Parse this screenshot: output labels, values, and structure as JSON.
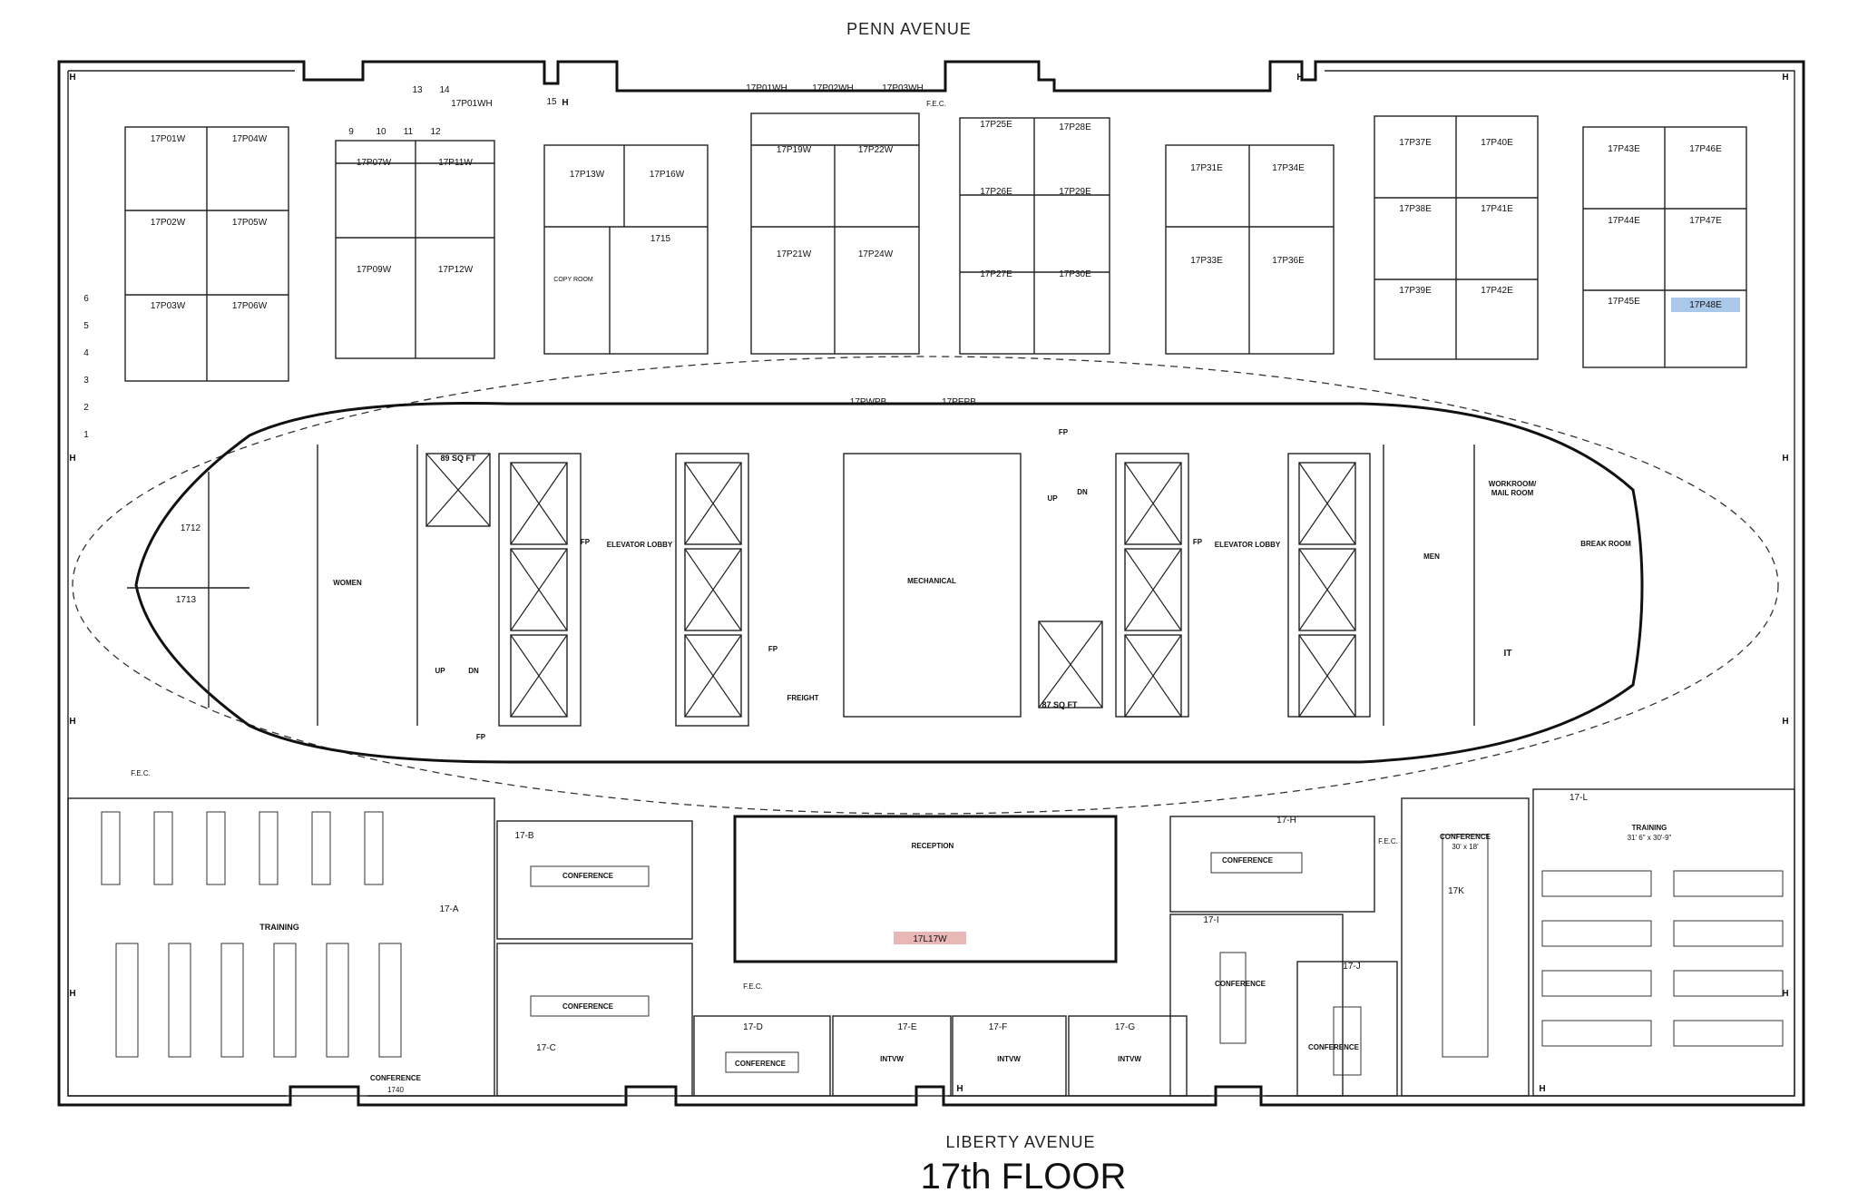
{
  "streets": {
    "north": "PENN AVENUE",
    "south": "LIBERTY AVENUE"
  },
  "floor_title": "17th FLOOR",
  "column_numbers_left": [
    "6",
    "5",
    "4",
    "3",
    "2",
    "1"
  ],
  "column_numbers_top": [
    "9",
    "10",
    "11",
    "12",
    "13",
    "14",
    "15"
  ],
  "offices": {
    "p01wh_a": "17P01WH",
    "p01wh_b": "17P01WH",
    "p02wh": "17P02WH",
    "p03wh": "17P03WH",
    "p01w": "17P01W",
    "p02w": "17P02W",
    "p03w": "17P03W",
    "p04w": "17P04W",
    "p05w": "17P05W",
    "p06w": "17P06W",
    "p07w": "17P07W",
    "p09w": "17P09W",
    "p11w": "17P11W",
    "p12w": "17P12W",
    "p13w": "17P13W",
    "p16w": "17P16W",
    "p19w": "17P19W",
    "p21w": "17P21W",
    "p22w": "17P22W",
    "p24w": "17P24W",
    "p25e": "17P25E",
    "p26e": "17P26E",
    "p27e": "17P27E",
    "p28e": "17P28E",
    "p29e": "17P29E",
    "p30e": "17P30E",
    "p31e": "17P31E",
    "p33e": "17P33E",
    "p34e": "17P34E",
    "p36e": "17P36E",
    "p37e": "17P37E",
    "p38e": "17P38E",
    "p39e": "17P39E",
    "p40e": "17P40E",
    "p41e": "17P41E",
    "p42e": "17P42E",
    "p43e": "17P43E",
    "p44e": "17P44E",
    "p45e": "17P45E",
    "p46e": "17P46E",
    "p47e": "17P47E",
    "p48e": "17P48E",
    "r1715": "1715",
    "r1712": "1712",
    "r1713": "1713",
    "pwpb": "17PWPB",
    "pepb": "17PEPB",
    "l17w": "17L17W"
  },
  "rooms": {
    "copy": "COPY ROOM",
    "women": "WOMEN",
    "men": "MEN",
    "elevator_w": "ELEVATOR LOBBY",
    "elevator_e": "ELEVATOR LOBBY",
    "mechanical": "MECHANICAL",
    "freight": "FREIGHT",
    "workroom": "WORKROOM/",
    "mailroom": "MAIL ROOM",
    "break": "BREAK ROOM",
    "it": "IT",
    "reception": "RECEPTION",
    "sqft_w": "89 SQ FT",
    "sqft_e": "87 SQ FT",
    "training_w": "TRAINING",
    "training_e": "TRAINING",
    "training_e_dim": "31' 6\" x 30'-9\"",
    "conf_b": "CONFERENCE",
    "conf_c": "CONFERENCE",
    "conf_d": "CONFERENCE",
    "conf_h": "CONFERENCE",
    "conf_i": "CONFERENCE",
    "conf_j": "CONFERENCE",
    "conf_k": "CONFERENCE",
    "conf_k_dim": "30' x 18'",
    "conf_small": "CONFERENCE",
    "conf_small_num": "1740",
    "intvw_e": "INTVW",
    "intvw_f": "INTVW",
    "intvw_g": "INTVW"
  },
  "room_ids": {
    "a": "17-A",
    "b": "17-B",
    "c": "17-C",
    "d": "17-D",
    "e": "17-E",
    "f": "17-F",
    "g": "17-G",
    "h": "17-H",
    "i": "17-I",
    "j": "17-J",
    "k": "17K",
    "l": "17-L"
  },
  "markers": {
    "fec": "F.E.C.",
    "fp": "FP",
    "up": "UP",
    "dn": "DN",
    "h": "H"
  },
  "highlight_colors": {
    "p48e": "#a9c8ea",
    "l17w": "#eab7b7"
  }
}
